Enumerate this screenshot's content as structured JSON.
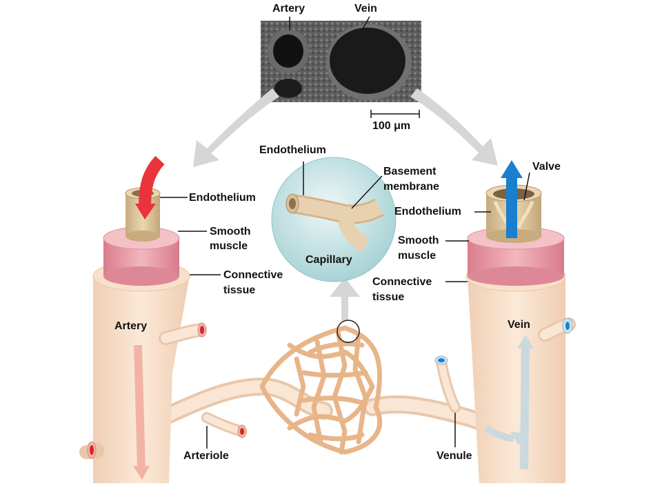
{
  "micrograph": {
    "artery_label": "Artery",
    "vein_label": "Vein",
    "scale_bar": "100 μm"
  },
  "capillary_inset": {
    "endothelium": "Endothelium",
    "basement_line1": "Basement",
    "basement_line2": "membrane",
    "capillary": "Capillary"
  },
  "artery_section": {
    "endothelium": "Endothelium",
    "smooth_line1": "Smooth",
    "smooth_line2": "muscle",
    "connective_line1": "Connective",
    "connective_line2": "tissue",
    "artery": "Artery"
  },
  "vein_section": {
    "valve": "Valve",
    "endothelium": "Endothelium",
    "smooth_line1": "Smooth",
    "smooth_line2": "muscle",
    "connective_line1": "Connective",
    "connective_line2": "tissue",
    "vein": "Vein"
  },
  "network": {
    "arteriole": "Arteriole",
    "venule": "Venule"
  },
  "colors": {
    "artery_flow": "#e8343a",
    "vein_flow": "#1a7fd0",
    "vessel_wall": "#f6dcc4",
    "smooth_muscle": "#e79aa6",
    "endothelium": "#d9c196",
    "capillary_bg": "#cfe8ea"
  }
}
